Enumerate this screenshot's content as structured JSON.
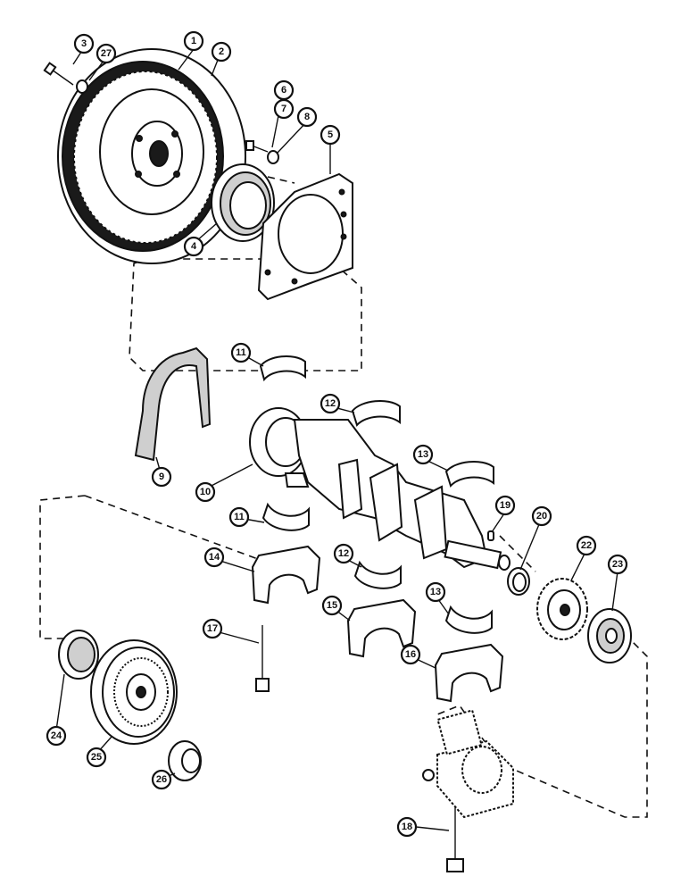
{
  "callouts": [
    "1",
    "2",
    "3",
    "4",
    "5",
    "6",
    "7",
    "8",
    "9",
    "10",
    "11",
    "12",
    "13",
    "14",
    "15",
    "16",
    "17",
    "18",
    "19",
    "20",
    "22",
    "23",
    "24",
    "25",
    "26",
    "27",
    "11",
    "12",
    "13"
  ],
  "colors": {
    "ink": "#111111",
    "background": "#ffffff",
    "shading": "#cfcfcf"
  }
}
